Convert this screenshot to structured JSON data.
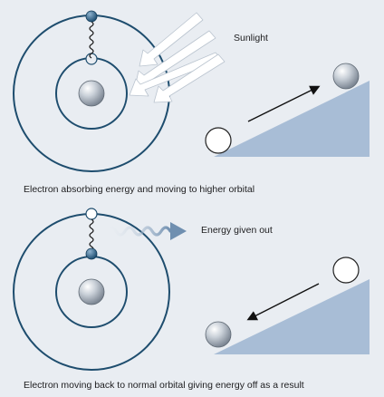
{
  "panels": [
    {
      "caption": "Electron absorbing energy and moving to higher orbital",
      "label": "Sunlight"
    },
    {
      "caption": "Electron moving back to normal orbital giving energy off as a result",
      "label": "Energy given out"
    }
  ],
  "colors": {
    "background": "#e9edf2",
    "orbit": "#1e4d6e",
    "ramp": "#a8bdd6",
    "arrow": "#ffffff",
    "wave": "#6f8fb0"
  }
}
